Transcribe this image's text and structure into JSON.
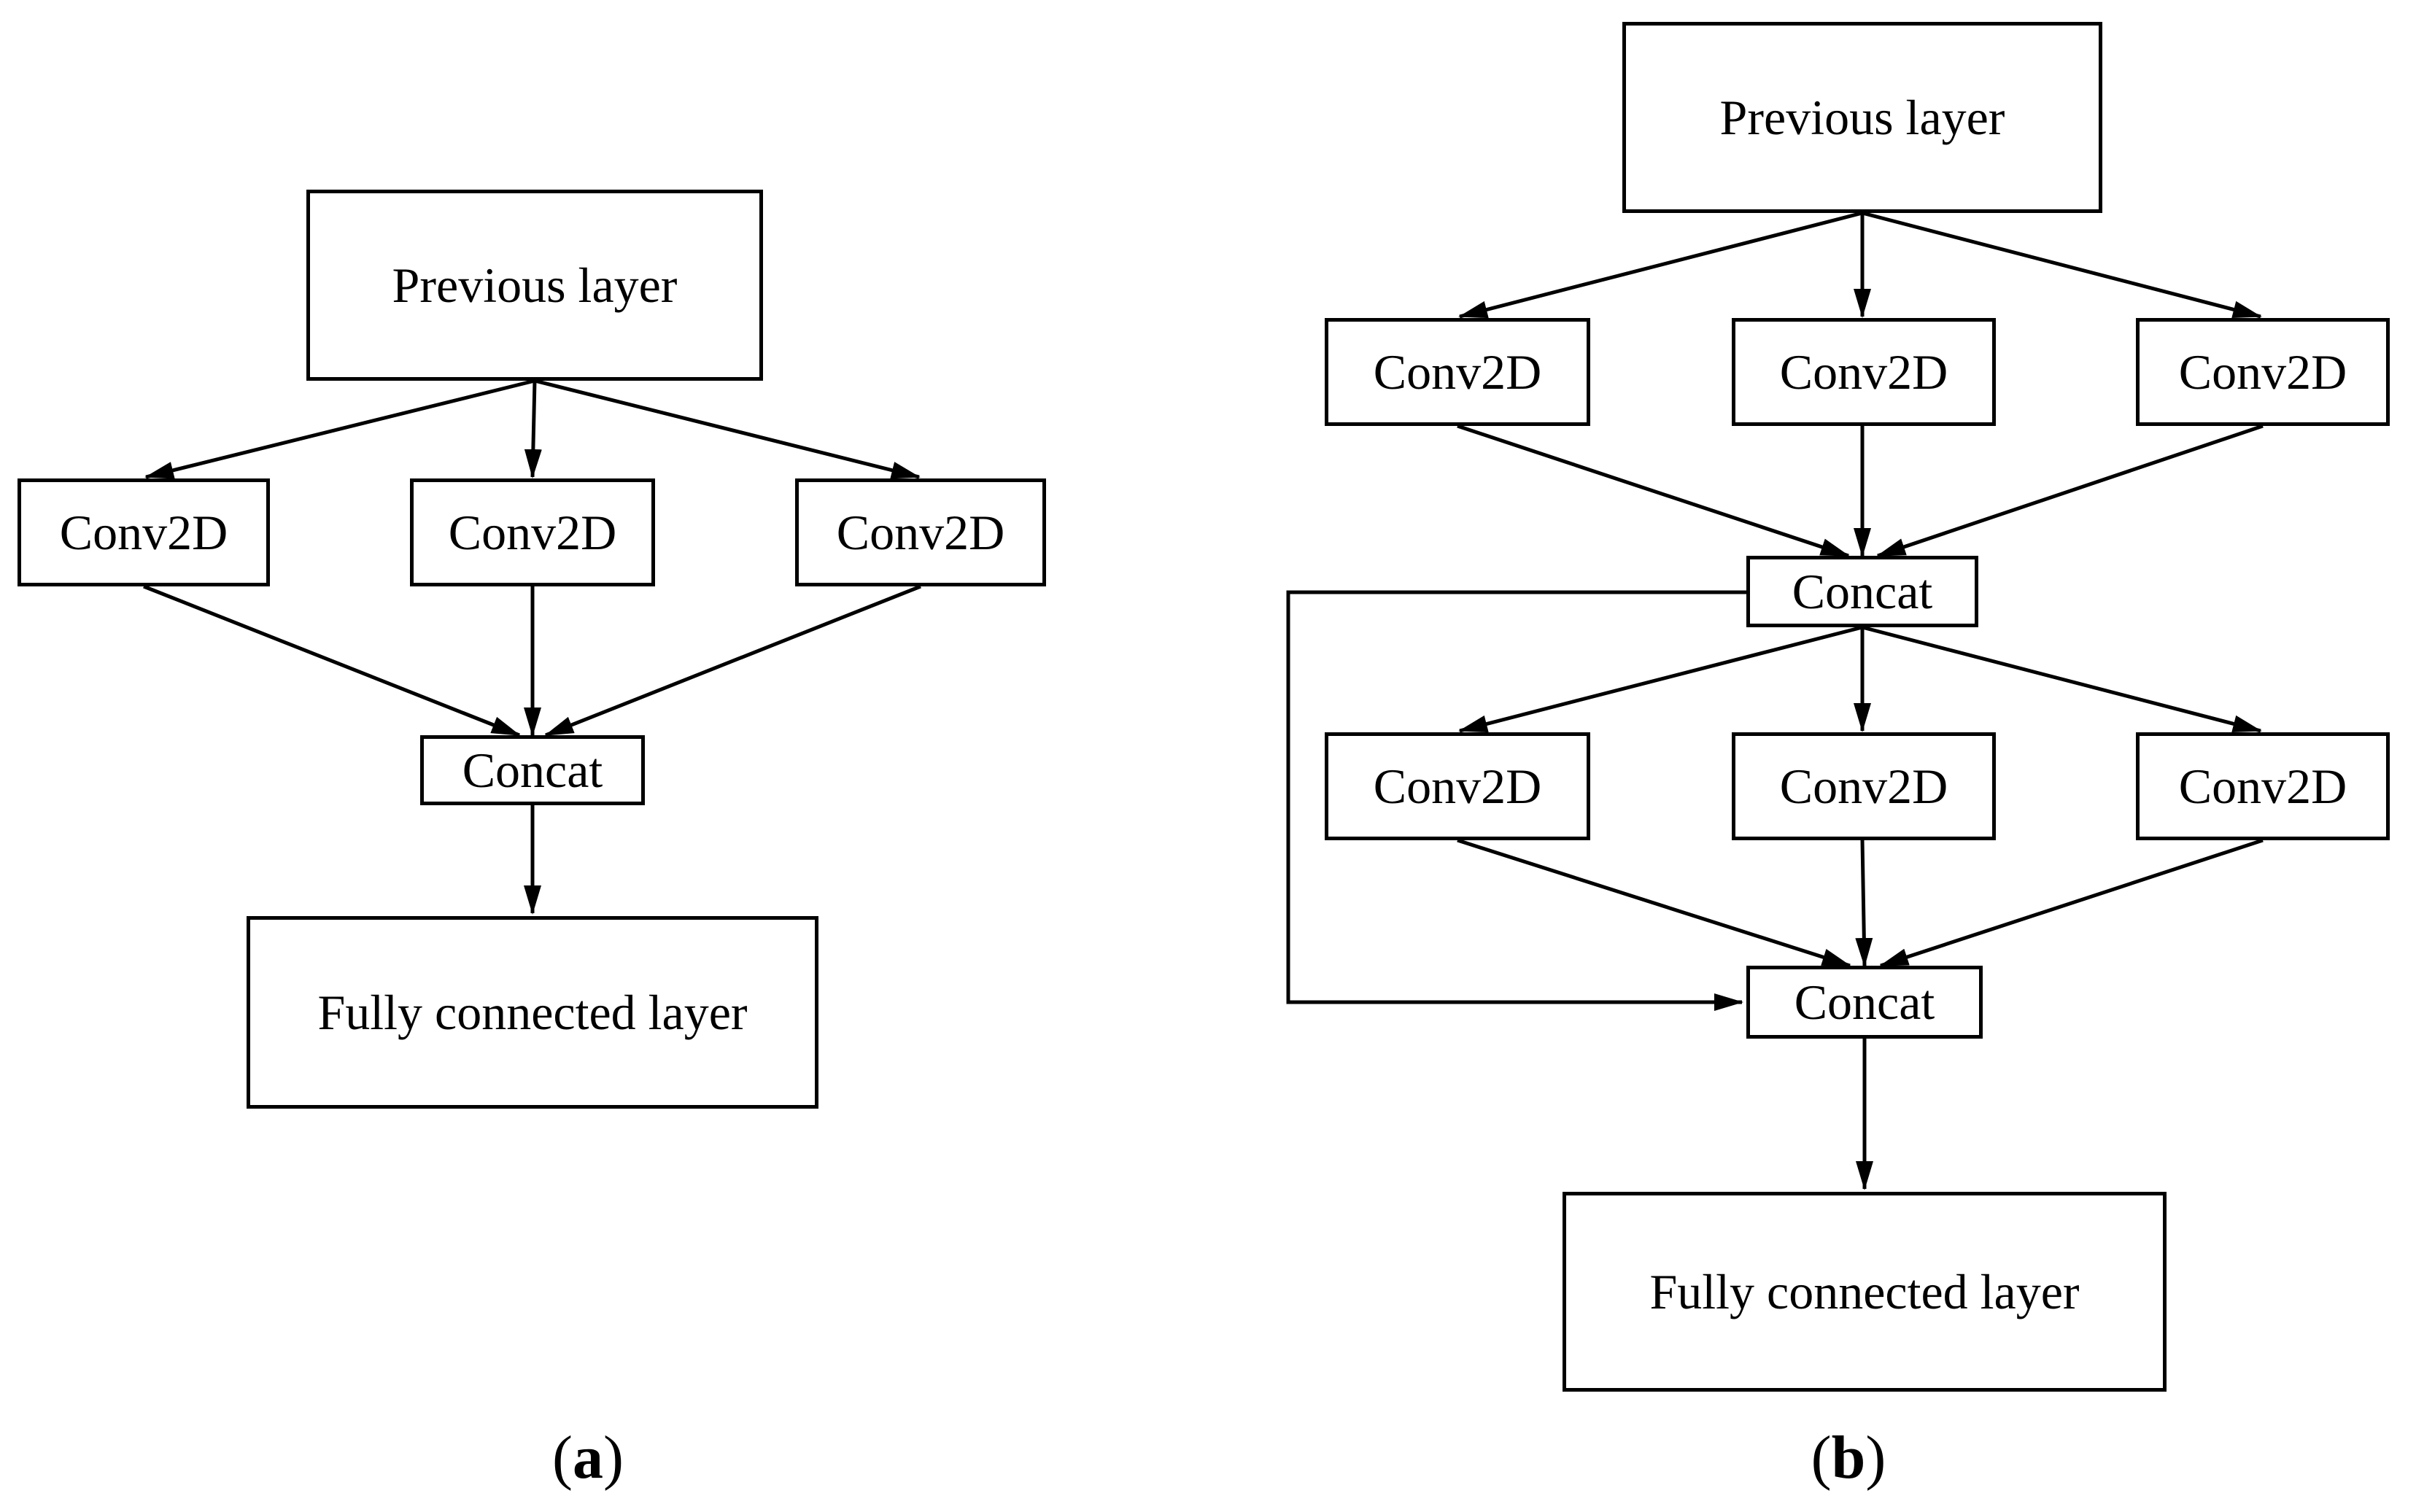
{
  "colors": {
    "background": "#ffffff",
    "stroke": "#000000",
    "text": "#000000"
  },
  "diagram_a": {
    "caption": {
      "open": "(",
      "letter": "a",
      "close": ")"
    },
    "previous_layer": "Previous layer",
    "conv_labels": [
      "Conv2D",
      "Conv2D",
      "Conv2D"
    ],
    "concat": "Concat",
    "fully_connected": "Fully connected layer"
  },
  "diagram_b": {
    "caption": {
      "open": "(",
      "letter": "b",
      "close": ")"
    },
    "previous_layer": "Previous layer",
    "conv_row1_labels": [
      "Conv2D",
      "Conv2D",
      "Conv2D"
    ],
    "concat_top": "Concat",
    "conv_row2_labels": [
      "Conv2D",
      "Conv2D",
      "Conv2D"
    ],
    "concat_bottom": "Concat",
    "fully_connected": "Fully connected layer"
  }
}
